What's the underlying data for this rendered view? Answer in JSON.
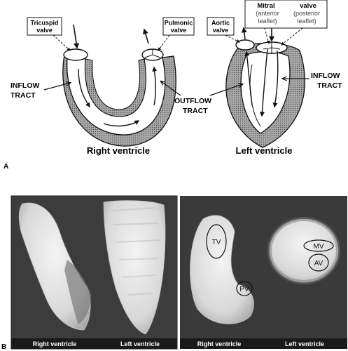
{
  "panelA": {
    "letter": "A",
    "boxes": {
      "tricuspid": [
        "Tricuspid",
        "valve"
      ],
      "pulmonic": [
        "Pulmonic",
        "valve"
      ],
      "aortic": [
        "Aortic",
        "valve"
      ],
      "mitral_head": [
        "Mitral",
        "valve"
      ],
      "mitral_anterior": [
        "(anterior",
        "leaflet)"
      ],
      "mitral_posterior": [
        "(posterior",
        "leaflet)"
      ]
    },
    "inflow_left": [
      "INFLOW",
      "TRACT"
    ],
    "outflow": [
      "OUTFLOW",
      "TRACT"
    ],
    "inflow_right": [
      "INFLOW",
      "TRACT"
    ],
    "caption_right_ventricle": "Right ventricle",
    "caption_left_ventricle": "Left ventricle"
  },
  "panelB": {
    "letter": "B",
    "left_panel_labels": [
      "Right ventricle",
      "Left ventricle"
    ],
    "right_panel_labels": [
      "Right ventricle",
      "Left ventricle"
    ],
    "valve_labels": [
      "TV",
      "PV",
      "MV",
      "AV"
    ]
  },
  "colors": {
    "photo_bg": "#3a3a3a",
    "label_bar": "#1a1a1a",
    "muscle": "#e6e6e6",
    "hatch": "#8a8a8a"
  }
}
